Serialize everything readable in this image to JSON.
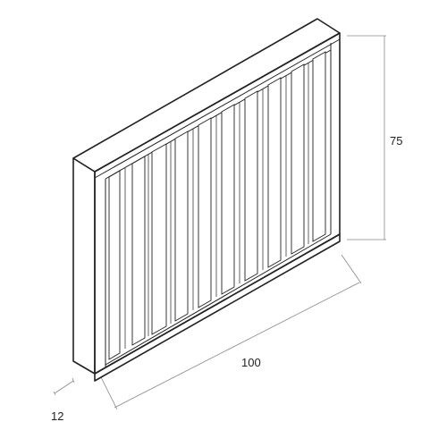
{
  "drawing": {
    "dimensions": {
      "height": "75",
      "width": "100",
      "depth": "12"
    },
    "colors": {
      "line": "#222222",
      "dimension_line": "#888888",
      "fill": "#ffffff"
    }
  }
}
